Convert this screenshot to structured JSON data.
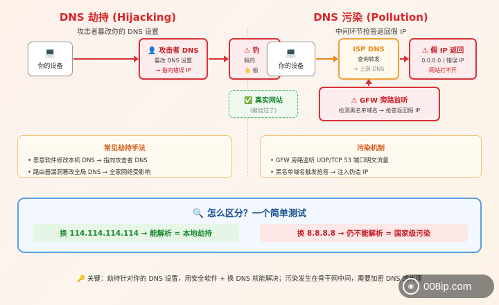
{
  "hijack": {
    "title": "DNS 劫持 (Hijacking)",
    "subtitle": "攻击者篡改你的 DNS 设置",
    "device_label": "你的设备",
    "attacker": {
      "title": "👤 攻击者 DNS",
      "line1": "篡改 DNS 设置",
      "line2": "→ 指向错误 IP"
    },
    "fake": {
      "title": "⚠ 钓",
      "line1": "假的",
      "line2": "👆 偷"
    },
    "real": {
      "title": "✅ 真实网站",
      "line1": "(被绕过了)"
    },
    "methods": {
      "title": "常见劫持手法",
      "items": [
        "• 恶意软件修改本机 DNS → 指向攻击者 DNS",
        "• 路由器漏洞篡改全局 DNS → 全家网络受影响"
      ]
    }
  },
  "pollution": {
    "title": "DNS 污染 (Pollution)",
    "subtitle": "中间环节抢答返回假 IP",
    "device_label": "你的设备",
    "isp": {
      "title": "ISP DNS",
      "line1": "查询转发",
      "line2": "→ 上游 DNS"
    },
    "fake_ip": {
      "title": "⚠ 假 IP 返回",
      "line1": "0.0.0.0 / 错误 IP",
      "line2": "网站打不开"
    },
    "gfw": {
      "title": "⚠ GFW 旁路监听",
      "line1": "检测黑名单域名 → 抢答返回假 IP"
    },
    "mechanism": {
      "title": "污染机制",
      "items": [
        "• GFW 旁路监听 UDP/TCP 53 端口明文流量",
        "• 黑名单域名触发抢答 → 注入伪造 IP"
      ]
    }
  },
  "test": {
    "title": "🔍 怎么区分？一个简单测试",
    "left": "换 114.114.114.114 → 能解析 = 本地劫持",
    "right": "换 8.8.8.8 → 仍不能解析 = 国家级污染"
  },
  "footer": "🔑 关键：劫持针对你的 DNS 设置，用安全软件 + 换 DNS 就能解决；污染发生在骨干网中间，需要加密 DNS 或代理",
  "watermark": "008ip.com",
  "icons": {
    "device": "laptop-icon",
    "watermark": "signal-icon"
  }
}
